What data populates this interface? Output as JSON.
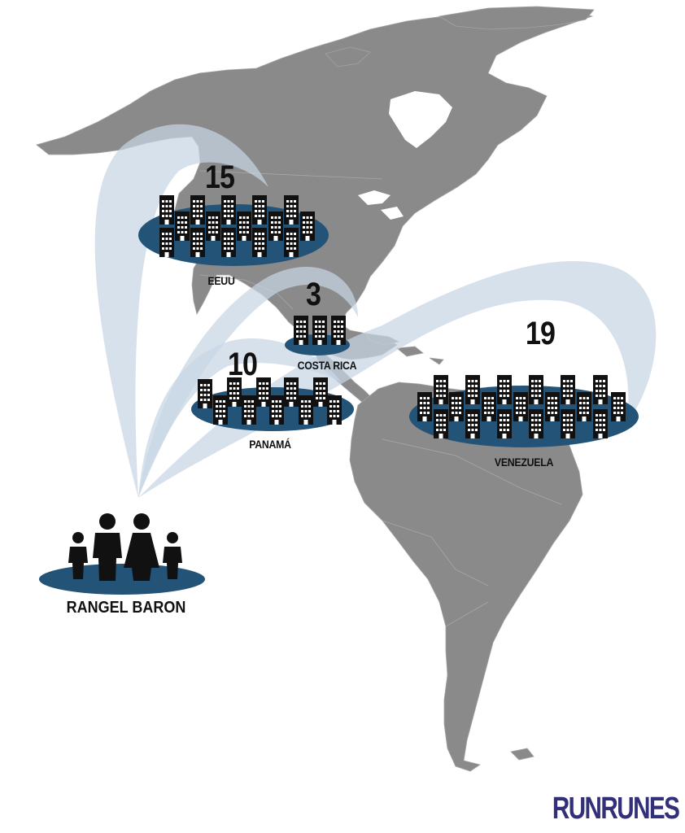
{
  "source": "RUNRUNES",
  "family": {
    "label": "RANGEL BARON"
  },
  "destinations": [
    {
      "id": "eeuu",
      "country": "EEUU",
      "count": "15",
      "value": 15
    },
    {
      "id": "costa-rica",
      "country": "COSTA RICA",
      "count": "3",
      "value": 3
    },
    {
      "id": "panama",
      "country": "PANAMÁ",
      "count": "10",
      "value": 10
    },
    {
      "id": "venezuela",
      "country": "VENEZUELA",
      "count": "19",
      "value": 19
    }
  ],
  "colors": {
    "land": "#8a8a8a",
    "ocean": "#ffffff",
    "flow": "#c7d6e4",
    "platform": "#245378",
    "building": "#111111",
    "brand": "#33307a"
  },
  "icons": {
    "building": "building-icon",
    "person": "person-icon"
  }
}
